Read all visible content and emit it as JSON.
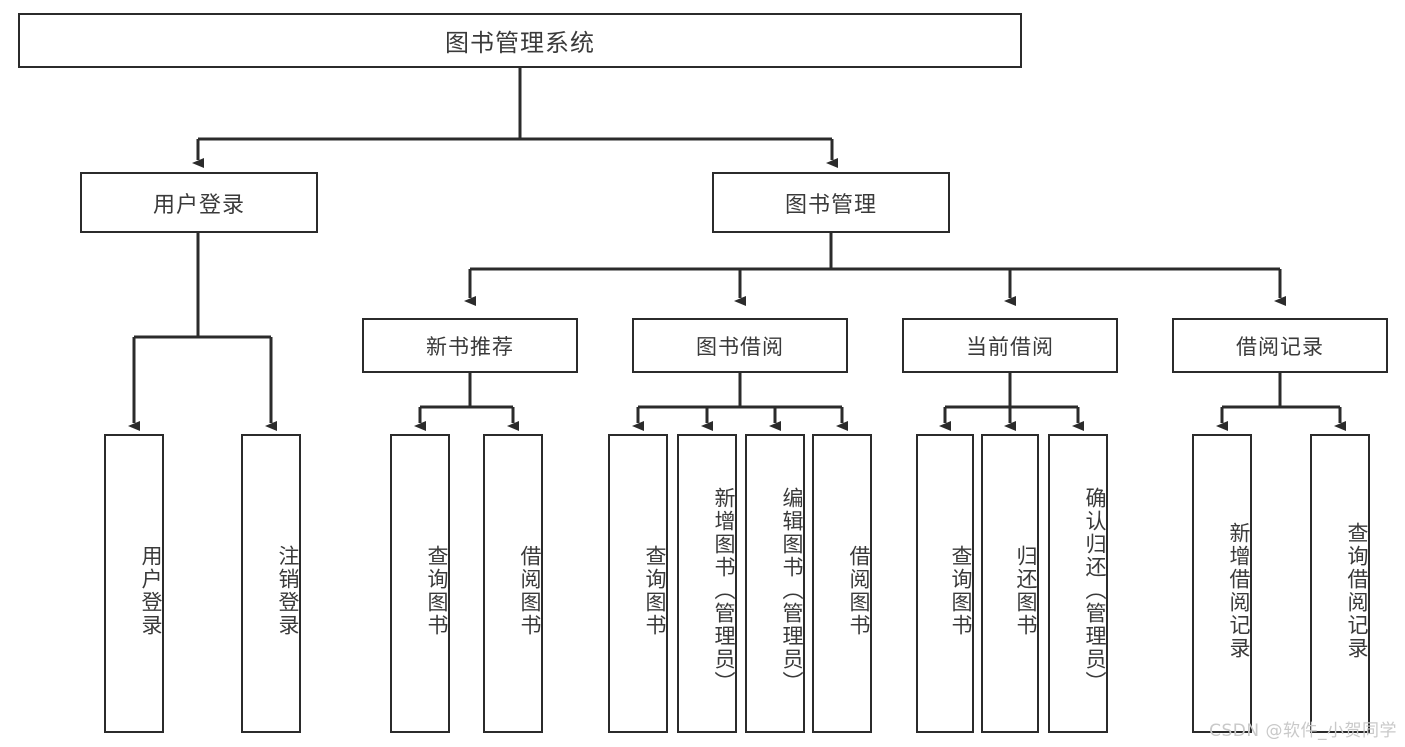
{
  "diagram": {
    "title": "图书管理系统",
    "type": "tree",
    "root": {
      "label": "图书管理系统"
    },
    "level1": [
      {
        "label": "用户登录"
      },
      {
        "label": "图书管理"
      }
    ],
    "level2": [
      {
        "label": "新书推荐"
      },
      {
        "label": "图书借阅"
      },
      {
        "label": "当前借阅"
      },
      {
        "label": "借阅记录"
      }
    ],
    "leaves": {
      "user_login": [
        {
          "label": "用户登录"
        },
        {
          "label": "注销登录"
        }
      ],
      "new_book_recommend": [
        {
          "label": "查询图书"
        },
        {
          "label": "借阅图书"
        }
      ],
      "book_borrow": [
        {
          "label": "查询图书"
        },
        {
          "label": "新增图书（管理员）"
        },
        {
          "label": "编辑图书（管理员）"
        },
        {
          "label": "借阅图书"
        }
      ],
      "current_borrow": [
        {
          "label": "查询图书"
        },
        {
          "label": "归还图书"
        },
        {
          "label": "确认归还（管理员）"
        }
      ],
      "borrow_record": [
        {
          "label": "新增借阅记录"
        },
        {
          "label": "查询借阅记录"
        }
      ]
    }
  },
  "watermark": {
    "text": "CSDN @软件_小贺同学"
  },
  "colors": {
    "stroke": "#2b2b2b",
    "text": "#3a3a3a",
    "background": "#ffffff",
    "watermark": "#c9c9c9"
  }
}
